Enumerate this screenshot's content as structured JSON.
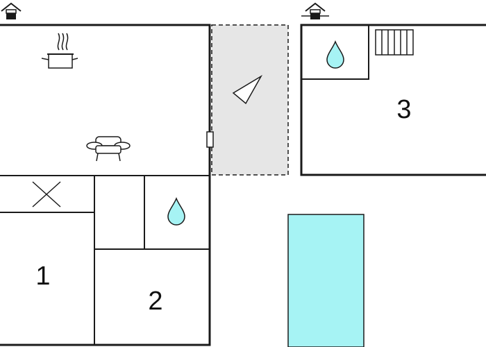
{
  "colors": {
    "wall": "#1a1a1a",
    "terrace": "#e6e6e6",
    "water": "#a6f3f4",
    "pool": "#a6f3f4",
    "background": "#ffffff"
  },
  "rooms": [
    {
      "label": "1"
    },
    {
      "label": "2"
    },
    {
      "label": "3"
    }
  ],
  "icons": [
    "entrance-icon",
    "cooking-pot-icon",
    "sofa-icon",
    "bed-cross-icon",
    "water-drop-icon",
    "stairs-icon",
    "terrace-direction-icon"
  ]
}
